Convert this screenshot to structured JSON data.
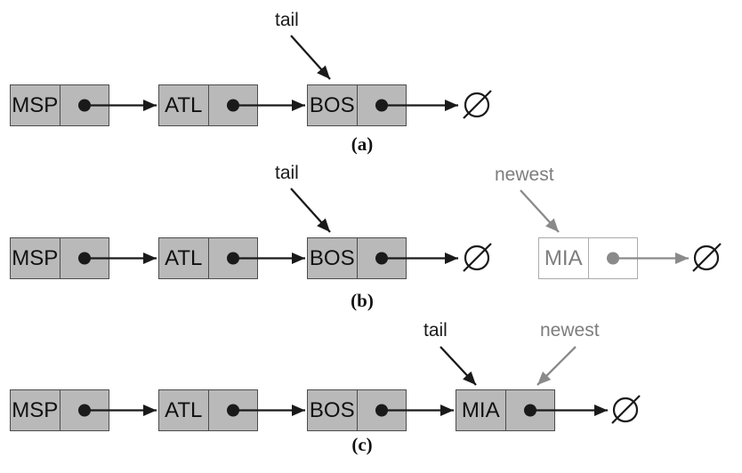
{
  "figure": {
    "description": "Linked list append-at-tail diagram in three steps",
    "null_symbol": "∅",
    "colors": {
      "node_fill": "#b9b9b9",
      "node_border": "#4c4c4c",
      "ink": "#1a1a1a",
      "highlight_gray": "#8a8a8a",
      "new_node_border": "#ababab",
      "new_node_text": "#7d7d7d",
      "background": "#ffffff"
    },
    "rows": {
      "a": {
        "caption": "(a)",
        "tail_label": "tail",
        "nodes": [
          {
            "label": "MSP"
          },
          {
            "label": "ATL"
          },
          {
            "label": "BOS"
          }
        ]
      },
      "b": {
        "caption": "(b)",
        "tail_label": "tail",
        "newest_label": "newest",
        "nodes": [
          {
            "label": "MSP"
          },
          {
            "label": "ATL"
          },
          {
            "label": "BOS"
          }
        ],
        "new_node": {
          "label": "MIA"
        }
      },
      "c": {
        "caption": "(c)",
        "tail_label": "tail",
        "newest_label": "newest",
        "nodes": [
          {
            "label": "MSP"
          },
          {
            "label": "ATL"
          },
          {
            "label": "BOS"
          },
          {
            "label": "MIA"
          }
        ]
      }
    }
  }
}
